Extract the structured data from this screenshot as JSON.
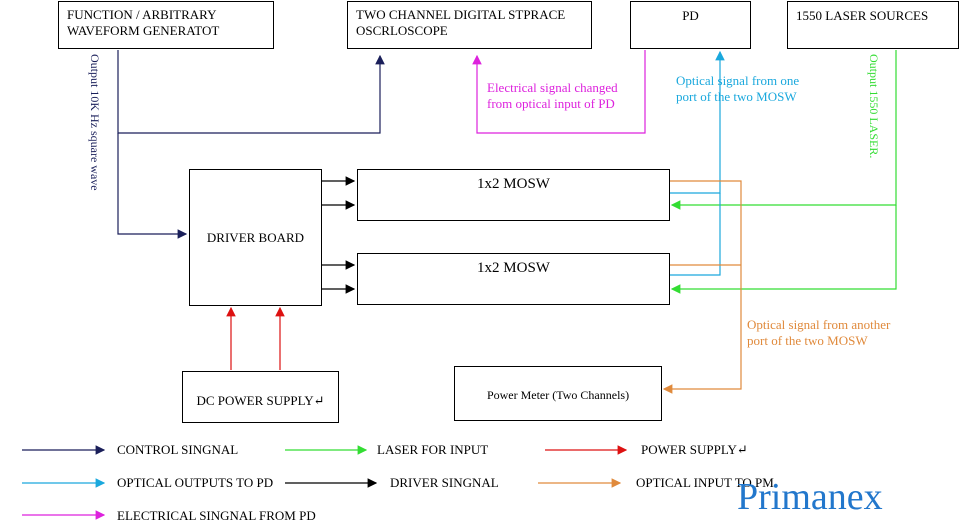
{
  "boxes": {
    "func_gen": "FUNCTION / ARBITRARY\nWAVEFORM GENERATOT",
    "scope": "TWO CHANNEL DIGITAL STPRACE\nOSCRLOSCOPE",
    "pd": "PD",
    "laser": "1550 LASER SOURCES",
    "driver": "DRIVER BOARD",
    "mosw1": "1x2 MOSW",
    "mosw2": "1x2 MOSW",
    "dc_power": "DC POWER SUPPLY↵",
    "power_meter": "Power Meter (Two Channels)"
  },
  "annotations": {
    "square_wave": "Output 10K Hz square wave",
    "electrical_pd": "Electrical signal changed\nfrom optical input of PD",
    "optical_one": "Optical signal from one\nport of the two MOSW",
    "laser_output": "Output 1550 LASER.",
    "optical_another": "Optical  signal  from  another\nport of the two MOSW"
  },
  "legend": [
    {
      "label": "CONTROL SINGNAL",
      "color": "#1a1f5a"
    },
    {
      "label": "LASER  FOR  INPUT",
      "color": "#33dd33"
    },
    {
      "label": "POWER SUPPLY↵",
      "color": "#dd1111"
    },
    {
      "label": "OPTICAL OUTPUTS TO PD",
      "color": "#1aa8dd"
    },
    {
      "label": "DRIVER SINGNAL",
      "color": "#000000"
    },
    {
      "label": "OPTICAL INPUT TO PM",
      "color": "#e08a3c"
    },
    {
      "label": "ELECTRICAL SINGNAL FROM PD",
      "color": "#dd22dd"
    }
  ],
  "watermark": "Primanex",
  "colors": {
    "control": "#1a1f5a",
    "laser": "#33dd33",
    "power": "#dd1111",
    "optical_pd": "#1aa8dd",
    "driver": "#000000",
    "optical_pm": "#e08a3c",
    "electrical": "#dd22dd",
    "watermark": "#2277cc"
  }
}
